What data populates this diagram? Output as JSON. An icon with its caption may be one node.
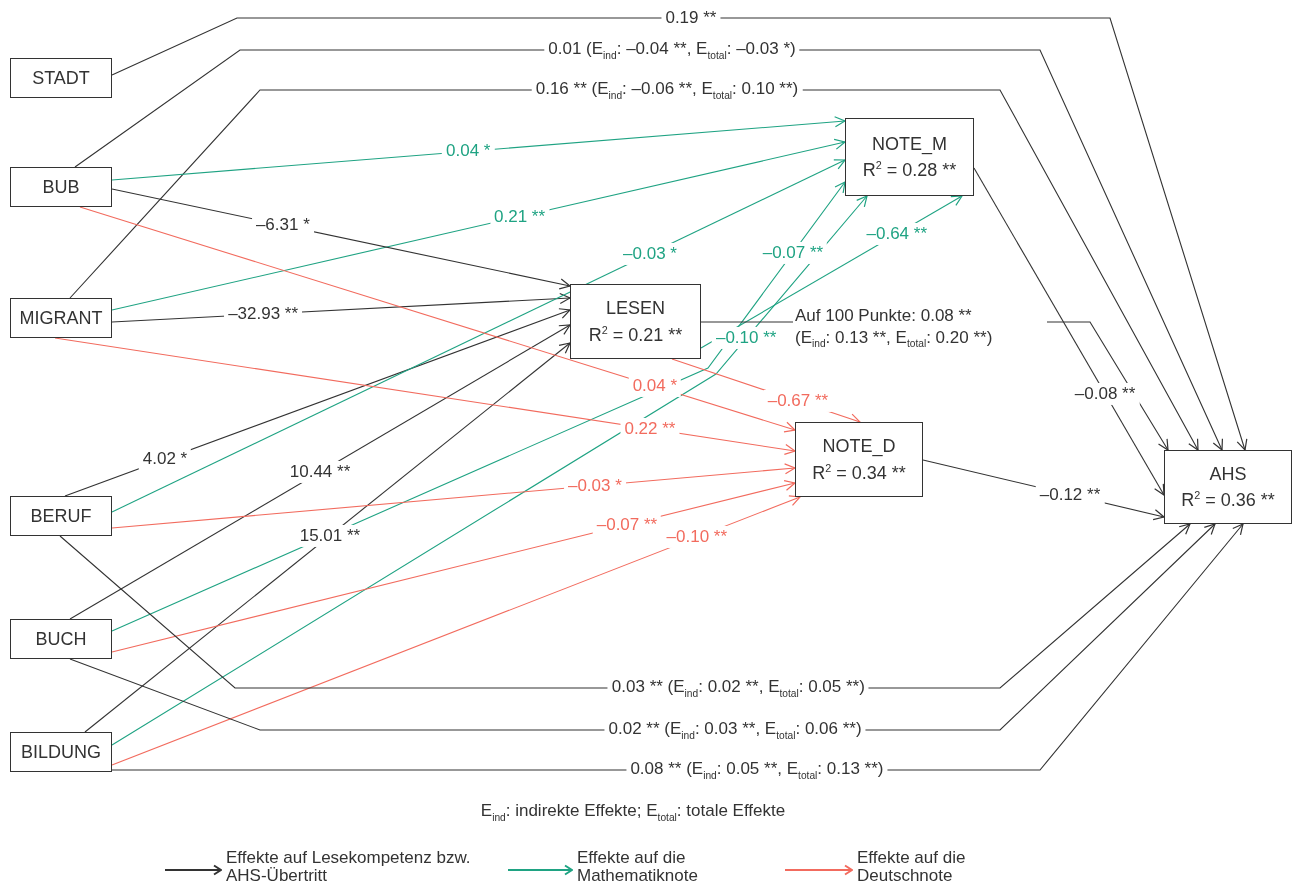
{
  "diagram": {
    "nodes": [
      {
        "text": [
          "STADT"
        ]
      },
      {
        "text": [
          "BUB"
        ]
      },
      {
        "text": [
          "MIGRANT"
        ]
      },
      {
        "text": [
          "BERUF"
        ]
      },
      {
        "text": [
          "BUCH"
        ]
      },
      {
        "text": [
          "BILDUNG"
        ]
      },
      {
        "text": [
          "LESEN",
          "R$^{2}$ = 0.21 **"
        ]
      },
      {
        "text": [
          "NOTE_M",
          "R$^{2}$ = 0.28 **"
        ]
      },
      {
        "text": [
          "NOTE_D",
          "R$^{2}$ = 0.34 **"
        ]
      },
      {
        "text": [
          "AHS",
          "R$^{2}$ = 0.36 **"
        ]
      }
    ],
    "edges": [
      {
        "from": 0,
        "to": 9,
        "arrow": "to",
        "label": "0.19 **"
      },
      {
        "from": 1,
        "to": 9,
        "arrow": "to",
        "label": "0.01  (E$_{ind}$: –0.04 **, E$_{total}$: –0.03 *)"
      },
      {
        "from": 2,
        "to": 9,
        "arrow": "to",
        "label": "0.16 ** (E$_{ind}$: –0.06 **, E$_{total}$: 0.10 **)"
      },
      {
        "from": 1,
        "to": 7,
        "arrow": "to",
        "label": "0.04 *",
        "color": "#1fa383"
      },
      {
        "from": 2,
        "to": 7,
        "arrow": "to",
        "label": "0.21 **",
        "color": "#1fa383"
      },
      {
        "from": 1,
        "to": 6,
        "arrow": "to",
        "label": "–6.31 *"
      },
      {
        "from": 2,
        "to": 6,
        "arrow": "to",
        "label": "–32.93 **"
      },
      {
        "from": 3,
        "to": 6,
        "arrow": "to",
        "label": "4.02 *"
      },
      {
        "from": 4,
        "to": 6,
        "arrow": "to",
        "label": "10.44 **"
      },
      {
        "from": 5,
        "to": 6,
        "arrow": "to",
        "label": "15.01 **"
      },
      {
        "from": 3,
        "to": 7,
        "arrow": "to",
        "label": "–0.03 *",
        "color": "#1fa383"
      },
      {
        "from": 4,
        "to": 7,
        "arrow": "to",
        "label": "–0.07 **",
        "color": "#1fa383"
      },
      {
        "from": 5,
        "to": 7,
        "arrow": "to",
        "label": "–0.10 **",
        "color": "#1fa383"
      },
      {
        "from": 6,
        "to": 7,
        "arrow": "to",
        "label": "–0.64 **",
        "color": "#1fa383"
      },
      {
        "from": 6,
        "to": 9,
        "arrow": "to",
        "label": "Auf 100 Punkte: 0.08 ** (E$_{ind}$: 0.13 **, E$_{total}$: 0.20 **)"
      },
      {
        "from": 7,
        "to": 9,
        "arrow": "to",
        "label": "–0.08 **"
      },
      {
        "from": 8,
        "to": 9,
        "arrow": "to",
        "label": "–0.12 **"
      },
      {
        "from": 1,
        "to": 8,
        "arrow": "to",
        "label": "0.04 *",
        "color": "#f26b5e"
      },
      {
        "from": 6,
        "to": 8,
        "arrow": "to",
        "label": "–0.67 **",
        "color": "#f26b5e"
      },
      {
        "from": 2,
        "to": 8,
        "arrow": "to",
        "label": "0.22 **",
        "color": "#f26b5e"
      },
      {
        "from": 3,
        "to": 8,
        "arrow": "to",
        "label": "–0.03 *",
        "color": "#f26b5e"
      },
      {
        "from": 4,
        "to": 8,
        "arrow": "to",
        "label": "–0.07 **",
        "color": "#f26b5e"
      },
      {
        "from": 5,
        "to": 8,
        "arrow": "to",
        "label": "–0.10 **",
        "color": "#f26b5e"
      },
      {
        "from": 3,
        "to": 9,
        "arrow": "to",
        "label": "0.03 ** (E$_{ind}$: 0.02 **, E$_{total}$: 0.05 **)"
      },
      {
        "from": 4,
        "to": 9,
        "arrow": "to",
        "label": "0.02 ** (E$_{ind}$: 0.03 **, E$_{total}$: 0.06 **)"
      },
      {
        "from": 5,
        "to": 9,
        "arrow": "to",
        "label": "0.08 ** (E$_{ind}$: 0.05 **, E$_{total}$: 0.13 **)"
      }
    ],
    "labels": [
      "E$_{ind}$: indirekte Effekte; E$_{total}$: totale Effekte"
    ],
    "legend": [
      {
        "text": "Effekte auf Lesekompetenz bzw. AHS-Übertritt",
        "color": "#333333"
      },
      {
        "text": "Effekte auf die Mathematiknote",
        "color": "#1fa383"
      },
      {
        "text": "Effekte auf die Deutschnote",
        "color": "#f26b5e"
      }
    ]
  }
}
